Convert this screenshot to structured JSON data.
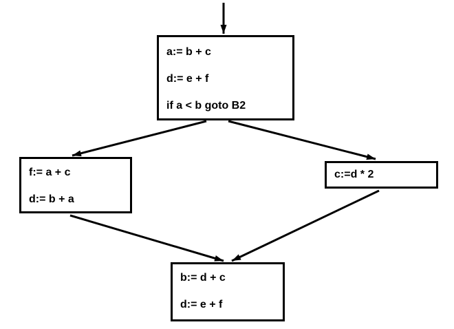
{
  "diagram": {
    "type": "control-flow-graph",
    "colors": {
      "background": "#ffffff",
      "line": "#000000",
      "text": "#000000"
    },
    "nodes": {
      "top": {
        "lines": [
          "a:= b + c",
          "d:= e + f",
          "if a < b goto B2"
        ]
      },
      "left": {
        "lines": [
          "f:= a + c",
          "d:= b + a"
        ]
      },
      "right": {
        "lines": [
          "c:=d * 2"
        ]
      },
      "bottom": {
        "lines": [
          "b:= d + c",
          "d:= e + f"
        ]
      }
    },
    "edges": [
      {
        "from": "entry",
        "to": "top"
      },
      {
        "from": "top",
        "to": "left"
      },
      {
        "from": "top",
        "to": "right"
      },
      {
        "from": "left",
        "to": "bottom"
      },
      {
        "from": "right",
        "to": "bottom"
      }
    ]
  }
}
